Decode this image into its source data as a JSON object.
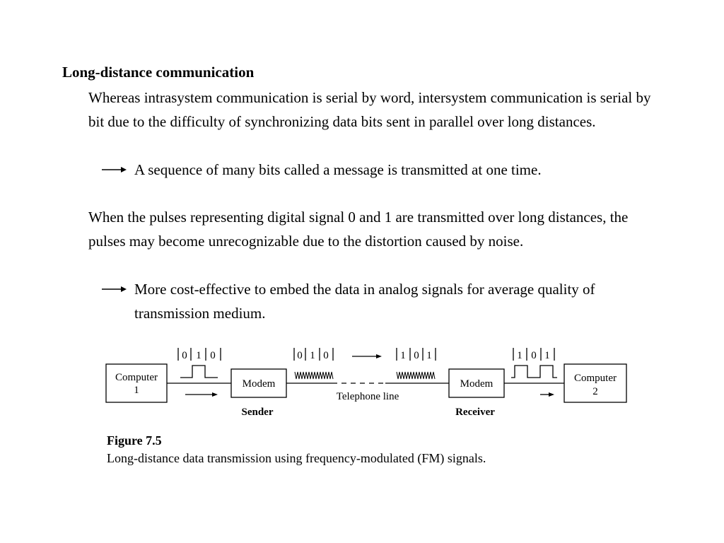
{
  "slide": {
    "heading": "Long-distance communication",
    "paragraph_1": "Whereas intrasystem communication is serial by word, intersystem communication is serial by bit due to the difficulty of synchronizing data bits sent in parallel over long distances.",
    "bullet_1": "A sequence of many bits called a message is transmitted at one time.",
    "paragraph_2": "When the pulses representing digital signal 0 and 1 are transmitted over long distances, the pulses may become unrecognizable due to the distortion caused by noise.",
    "bullet_2": "More cost-effective to embed the data in analog signals for average quality of transmission medium."
  },
  "figure": {
    "computer_1_line1": "Computer",
    "computer_1_line2": "1",
    "modem_sender": "Modem",
    "modem_receiver": "Modem",
    "computer_2_line1": "Computer",
    "computer_2_line2": "2",
    "telephone_line": "Telephone line",
    "sender_label": "Sender",
    "receiver_label": "Receiver",
    "bits_digital_sender": [
      "0",
      "1",
      "0"
    ],
    "bits_analog_sender": [
      "0",
      "1",
      "0"
    ],
    "bits_analog_receiver": [
      "1",
      "0",
      "1"
    ],
    "bits_digital_receiver": [
      "1",
      "0",
      "1"
    ],
    "caption_title": "Figure 7.5",
    "caption_text": "Long-distance data transmission using frequency-modulated (FM) signals."
  }
}
